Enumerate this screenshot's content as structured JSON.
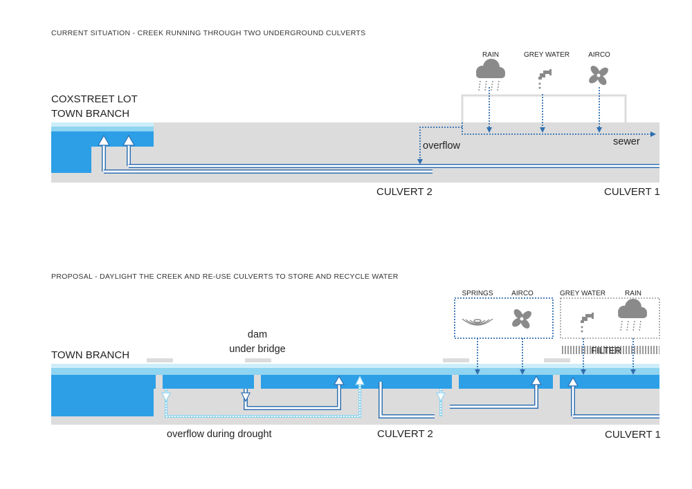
{
  "top": {
    "heading": "CURRENT SITUATION - CREEK RUNNING THROUGH TWO UNDERGROUND CULVERTS",
    "lot_label_1": "COXSTREET LOT",
    "lot_label_2": "TOWN BRANCH",
    "rain": "RAIN",
    "grey_water": "GREY WATER",
    "airco": "AIRCO",
    "overflow": "overflow",
    "sewer": "sewer",
    "culvert2": "CULVERT 2",
    "culvert1": "CULVERT 1"
  },
  "bottom": {
    "heading": "PROPOSAL - DAYLIGHT THE CREEK AND RE-USE CULVERTS TO STORE AND RECYCLE WATER",
    "town_branch": "TOWN BRANCH",
    "dam_1": "dam",
    "dam_2": "under bridge",
    "springs": "SPRINGS",
    "airco": "AIRCO",
    "grey_water": "GREY WATER",
    "rain": "RAIN",
    "filter": "FILTER",
    "overflow_drought": "overflow during drought",
    "culvert2": "CULVERT 2",
    "culvert1": "CULVERT 1"
  },
  "colors": {
    "ground": "#dcdcdc",
    "water": "#2d9fe6",
    "water_light": "#8fd4f0",
    "water_pale": "#cdeef9",
    "flow_line": "#2f6fb0",
    "icon_grey": "#8a8a8a"
  }
}
